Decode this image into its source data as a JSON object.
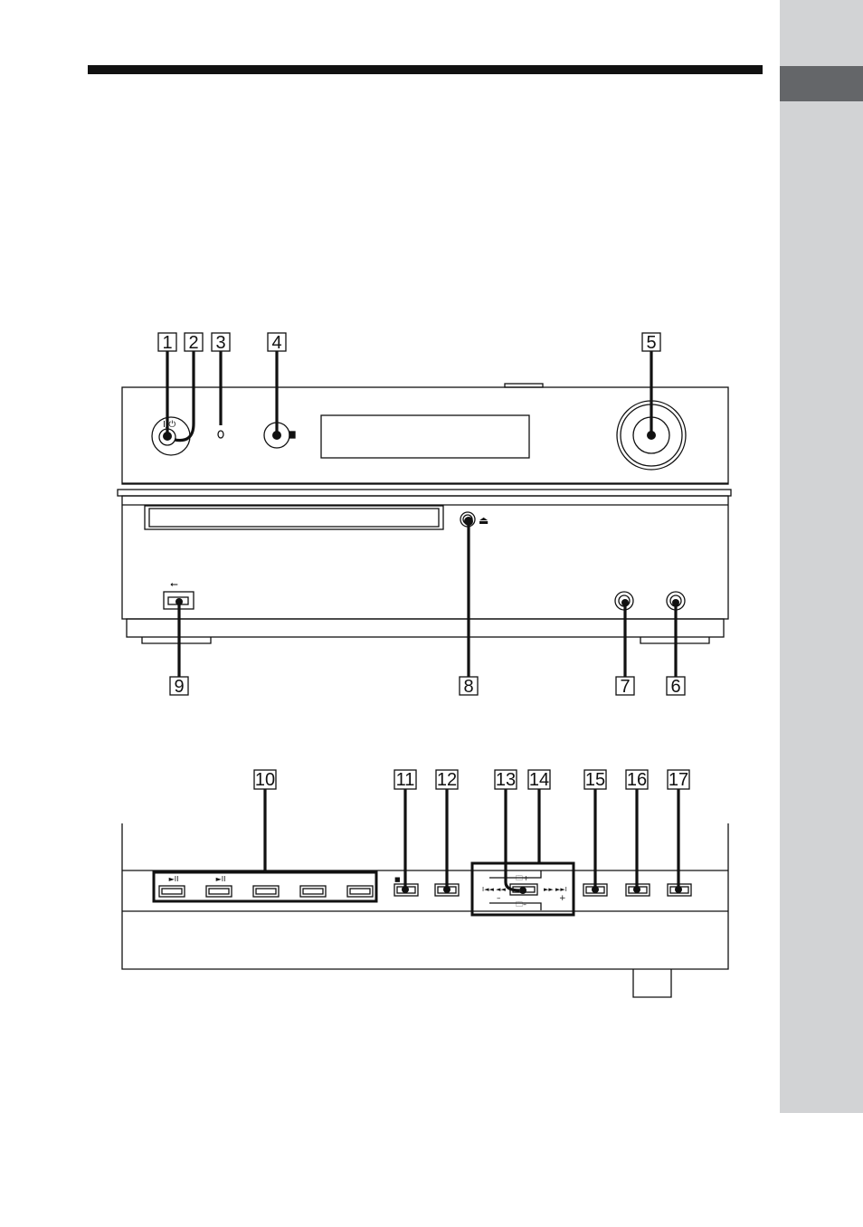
{
  "callouts": {
    "front_top": [
      "1",
      "2",
      "3",
      "4",
      "5"
    ],
    "front_bottom": [
      "9",
      "8",
      "7",
      "6"
    ],
    "top_panel": [
      "10",
      "11",
      "12",
      "13",
      "14",
      "15",
      "16",
      "17"
    ]
  },
  "symbols": {
    "power": "I/⏻",
    "eject": "⏏",
    "usb": "⭠",
    "play_pause": "►II",
    "stop": "■",
    "prev": "I◄◄ ◄◄",
    "next": "►► ►►I",
    "folder_plus": "🗀+",
    "folder_minus": "🗀–",
    "minus": "–",
    "plus": "+"
  }
}
